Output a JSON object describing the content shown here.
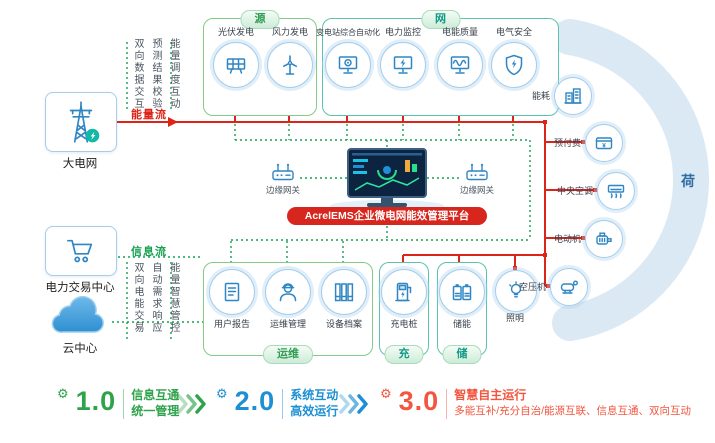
{
  "left": {
    "grid_label": "大电网",
    "trading_label": "电力交易中心",
    "cloud_label": "云中心"
  },
  "flows": {
    "energy": {
      "label": "能量流",
      "notes": [
        "双向数据交互",
        "预测结果校验",
        "能量调度互动"
      ]
    },
    "info": {
      "label": "信息流",
      "notes": [
        "双向电能交易",
        "自动需求响应",
        "能量智慧管控"
      ]
    }
  },
  "boxes": {
    "source": {
      "tab": "源",
      "items": [
        "光伏发电",
        "风力发电"
      ]
    },
    "network": {
      "tab": "网",
      "items": [
        "变电站综合自动化",
        "电力监控",
        "电能质量",
        "电气安全"
      ]
    },
    "om": {
      "tab": "运维",
      "items": [
        "用户报告",
        "运维管理",
        "设备档案"
      ]
    },
    "charge": {
      "tab": "充",
      "items": [
        "充电桩"
      ]
    },
    "storage": {
      "tab": "储",
      "items": [
        "储能"
      ]
    }
  },
  "center": {
    "platform": "AcrelEMS企业微电网能效管理平台",
    "gateway": "边缘网关"
  },
  "loads": {
    "arc_label": "荷",
    "items": [
      "能耗",
      "预付费",
      "中央空调",
      "电动机",
      "空压机"
    ],
    "lighting": "照明"
  },
  "stages": [
    {
      "version": "1.0",
      "line1": "信息互通",
      "line2": "统一管理"
    },
    {
      "version": "2.0",
      "line1": "系统互动",
      "line2": "高效运行"
    },
    {
      "version": "3.0",
      "line1": "智慧自主运行",
      "line2": "多能互补/充分自治/能源互联、信息互通、双向互动"
    }
  ],
  "colors": {
    "energy_line": "#dd2418",
    "info_line": "#17a050",
    "arc_band": "#dbe9f4",
    "platform_bg": "#d7261d",
    "stage1": "#2fa34c",
    "stage2": "#1d8fd2",
    "stage3": "#f2563f"
  }
}
